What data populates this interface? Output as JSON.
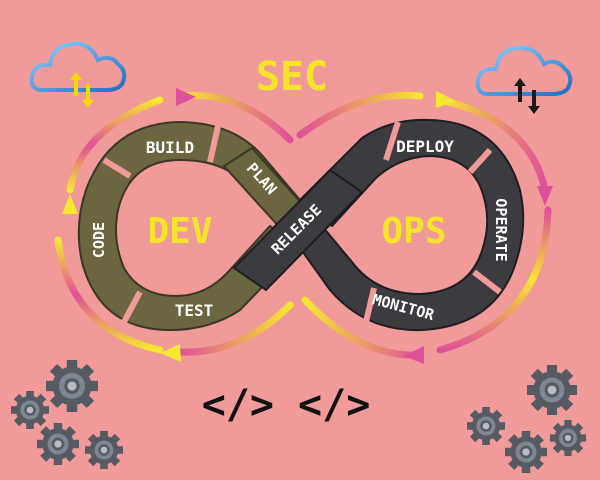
{
  "title": "SEC",
  "loop_left": {
    "word": "DEV",
    "stages": {
      "build": "BUILD",
      "plan": "PLAN",
      "code": "CODE",
      "test": "TEST"
    }
  },
  "loop_right": {
    "word": "OPS",
    "stages": {
      "release": "RELEASE",
      "deploy": "DEPLOY",
      "operate": "OPERATE",
      "monitor": "MONITOR"
    }
  },
  "code_symbols": "</> </>",
  "icons": {
    "cloud_left": "cloud-sync-icon",
    "cloud_right": "cloud-sync-icon",
    "gears_left": "gears-icon",
    "gears_right": "gears-icon"
  },
  "colors": {
    "background": "#f09a9a",
    "left_loop": "#6b6540",
    "right_loop": "#3c3c40",
    "label_yellow": "#f5e52a",
    "label_white": "#ffffff",
    "arrow_yellow": "#f5e830",
    "arrow_magenta": "#e0509a",
    "cloud_blue": "#2e86de",
    "gear_grey": "#555a63"
  }
}
